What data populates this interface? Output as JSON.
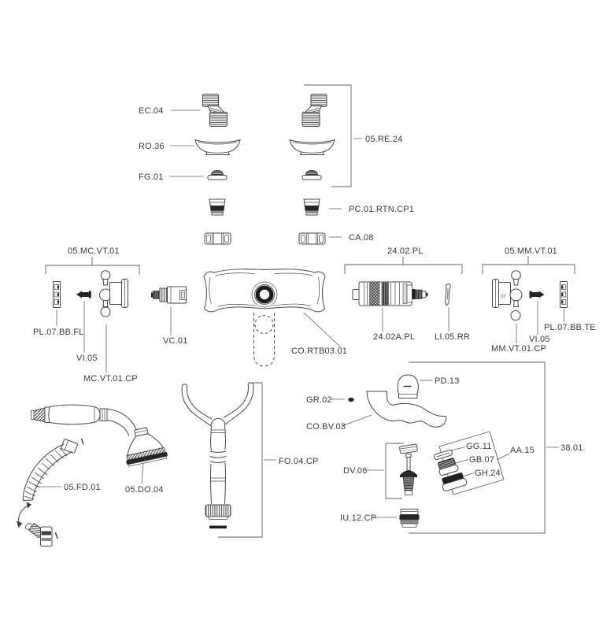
{
  "diagram": {
    "type": "exploded-parts-diagram",
    "subject": "bath shower mixer faucet spare parts",
    "background": "#ffffff",
    "line_color": "#474747",
    "text_color": "#3a3a3a",
    "labels": {
      "ec04": "EC.04",
      "ro36": "RO.36",
      "fg01": "FG.01",
      "re24_group": "05.RE.24",
      "pc01": "PC.01.RTN.CP1",
      "ca08": "CA.08",
      "mcvt01_group": "05.MC.VT.01",
      "pl07bbfl": "PL.07.BB.FL",
      "vi05_left": "VI.05",
      "mcvt01cp": "MC.VT.01.CP",
      "vc01": "VC.01",
      "cortb0301": "CO.RTB03.01",
      "g2402pl": "24.02.PL",
      "g2402apl": "24.02A.PL",
      "li05rr": "LI.05.RR",
      "mmvt01_group": "05.MM.VT.01",
      "mmvt01cp": "MM.VT.01.CP",
      "vi05_right": "VI.05",
      "pl07bbte": "PL.07.BB.TE",
      "pd13": "PD.13",
      "gr02": "GR.02",
      "cobv03": "CO.BV.03",
      "fo04cp": "FO.04.CP",
      "fd01": "05.FD.01",
      "do04": "05.DO.04",
      "dv06": "DV.06",
      "iu12cp": "IU.12.CP",
      "gg11": "GG.11",
      "gb07": "GB.07",
      "gh24": "GH.24",
      "aa15": "AA.15",
      "n3801": "38.01.",
      "handle_marking": "37"
    }
  }
}
